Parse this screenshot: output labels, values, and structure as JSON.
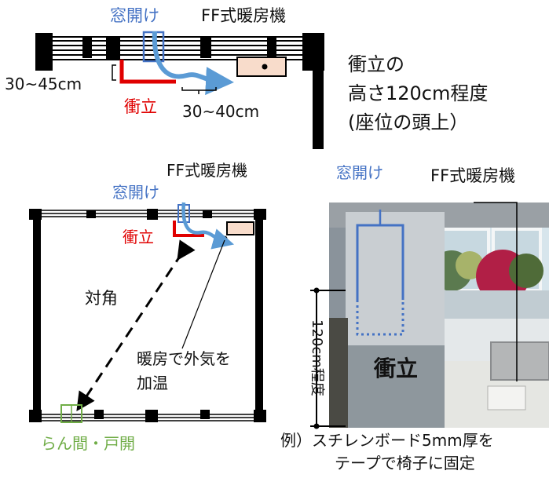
{
  "top": {
    "window_open": "窓開け",
    "heater": "FF式暖房機",
    "dim_left": "30~45cm",
    "screen": "衝立",
    "dim_right": "30~40cm",
    "note_line1": "衝立の",
    "note_line2": "高さ120cm程度",
    "note_line3": "(座位の頭上）"
  },
  "plan": {
    "heater": "FF式暖房機",
    "window_open": "窓開け",
    "screen": "衝立",
    "diagonal": "対角",
    "warm_line1": "暖房で外気を",
    "warm_line2": "加温",
    "transom_open": "らん間・戸開"
  },
  "photo": {
    "window_open": "窓開け",
    "heater": "FF式暖房機",
    "height": "120cm程度",
    "screen_label": "衝立",
    "caption_line1": "例）スチレンボード5mm厚を",
    "caption_line2": "テープで椅子に固定"
  },
  "colors": {
    "blue": "#4472c4",
    "red": "#e00000",
    "green": "#70ad47",
    "pink": "#f8dccb"
  }
}
